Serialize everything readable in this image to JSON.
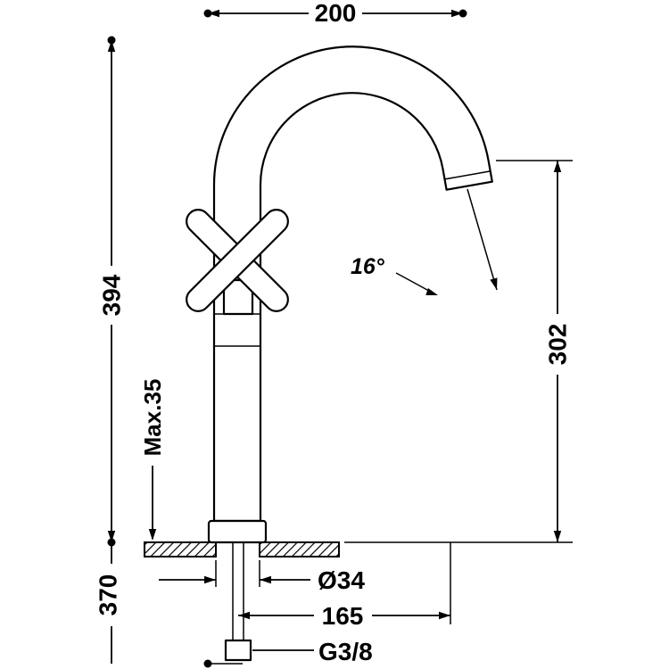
{
  "page": {
    "background": "#ffffff",
    "line_color": "#000000",
    "description": "Technical dimension drawing of a tall single-lever basin mixer tap with gooseneck spout and cross handle"
  },
  "dimensions": {
    "top_width": "200",
    "total_height": "394",
    "spout_height": "302",
    "spout_angle": "16°",
    "max_deck_thickness": "Max.35",
    "below_deck_length": "370",
    "hole_diameter": "Ø34",
    "spout_reach": "165",
    "connection_thread": "G3/8"
  }
}
